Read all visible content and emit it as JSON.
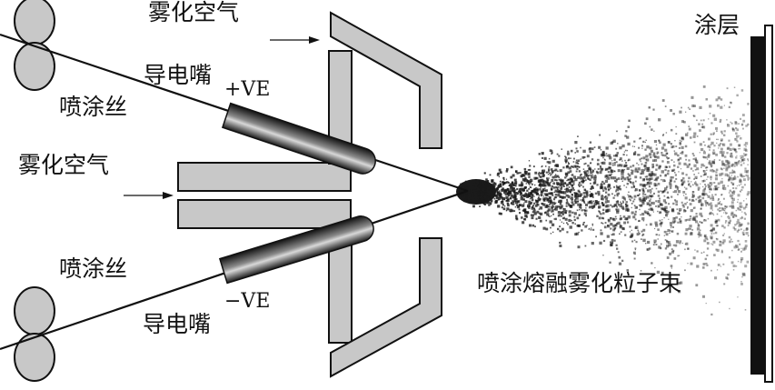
{
  "labels": {
    "atomizing_air_top": "雾化空气",
    "atomizing_air_mid": "雾化空气",
    "wire_top": "喷涂丝",
    "wire_bottom": "喷涂丝",
    "nozzle_top": "导电嘴",
    "nozzle_bottom": "导电嘴",
    "polarity_positive": "+VE",
    "polarity_negative": "−VE",
    "coating": "涂层",
    "particle_stream": "喷涂熔融雾化粒子束"
  },
  "colors": {
    "part_fill": "#c8c8c8",
    "outline": "#111111",
    "spray": "#1a1a1a"
  }
}
